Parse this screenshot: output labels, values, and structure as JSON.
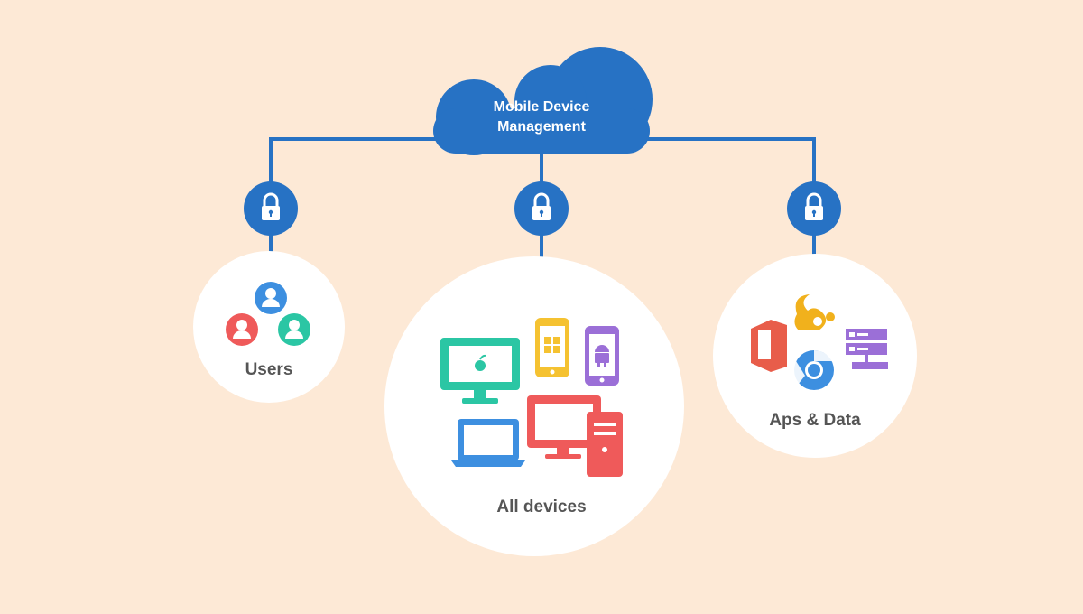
{
  "hub": {
    "title_line1": "Mobile Device",
    "title_line2": "Management"
  },
  "nodes": [
    {
      "label": "Users"
    },
    {
      "label": "All devices"
    },
    {
      "label": "Aps & Data"
    }
  ],
  "colors": {
    "background": "#fde9d6",
    "primary_blue": "#2772c4",
    "circle_fill": "#ffffff",
    "label_text": "#555555",
    "teal": "#2bc6a4",
    "yellow": "#f5c231",
    "purple": "#9b6fd7",
    "red": "#ef5a5a",
    "blue": "#3d8fe0",
    "orange_red": "#e85d4a"
  },
  "icons": {
    "lock": "padlock-icon",
    "users": [
      "user-blue-icon",
      "user-red-icon",
      "user-teal-icon"
    ],
    "devices": [
      "apple-monitor-icon",
      "windows-phone-icon",
      "android-phone-icon",
      "laptop-icon",
      "desktop-pc-icon"
    ],
    "apps": [
      "office-icon",
      "uc-browser-icon",
      "chrome-icon",
      "server-icon"
    ]
  }
}
